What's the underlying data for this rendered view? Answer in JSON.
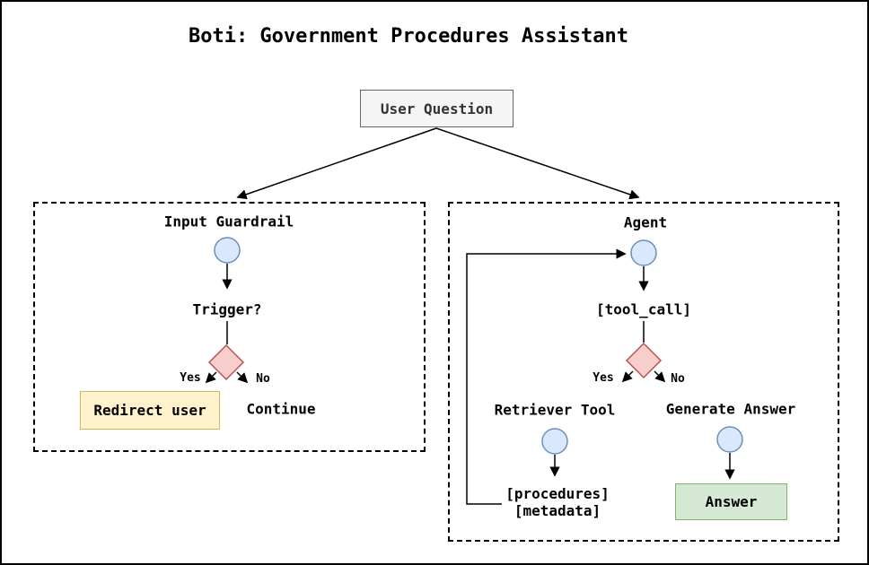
{
  "title": "Boti: Government Procedures Assistant",
  "nodes": {
    "user_question": "User Question",
    "guardrail": {
      "label": "Input Guardrail",
      "trigger": "Trigger?",
      "yes": "Yes",
      "no": "No",
      "redirect": "Redirect user",
      "continue": "Continue"
    },
    "agent": {
      "label": "Agent",
      "tool_call": "[tool_call]",
      "yes": "Yes",
      "no": "No",
      "retriever": "Retriever Tool",
      "procedures": "[procedures]",
      "metadata": "[metadata]",
      "generate": "Generate Answer",
      "answer": "Answer"
    }
  },
  "colors": {
    "circle_fill": "#dae8fc",
    "circle_stroke": "#6c8ebf",
    "diamond_fill": "#f8cecc",
    "diamond_stroke": "#b85450",
    "redirect_fill": "#fff2cc",
    "redirect_stroke": "#d6b656",
    "answer_fill": "#d5e8d4",
    "answer_stroke": "#82b366",
    "question_fill": "#f5f5f5",
    "question_stroke": "#666666",
    "line": "#000000"
  }
}
